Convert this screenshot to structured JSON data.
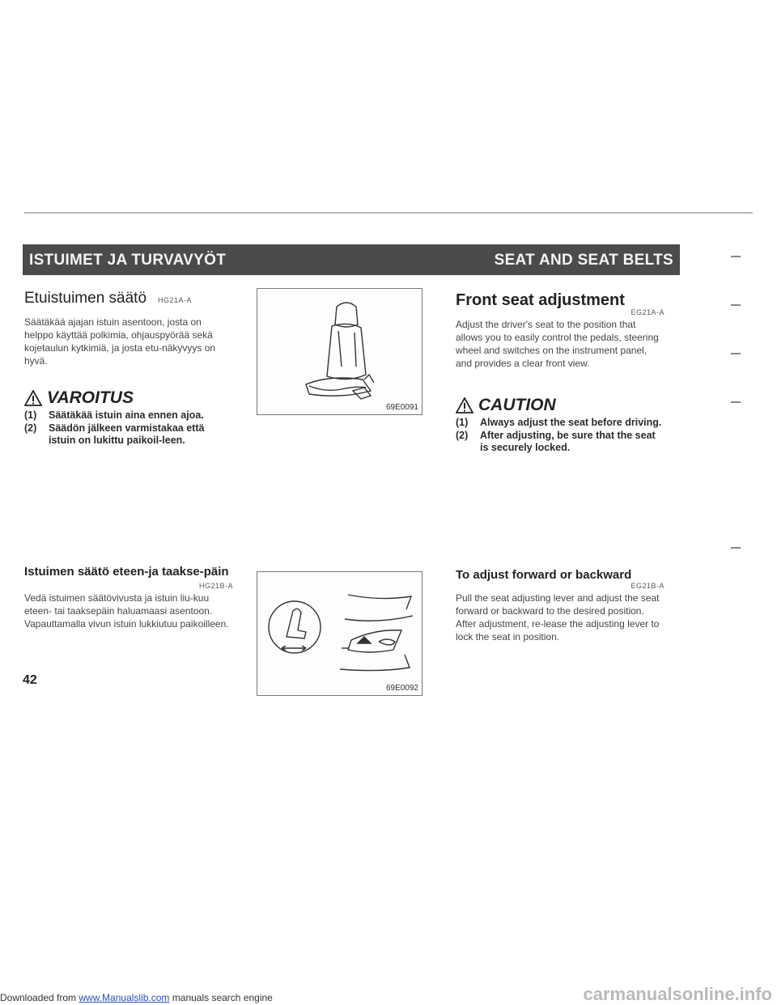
{
  "header": {
    "left_title": "ISTUIMET JA TURVAVYÖT",
    "right_title": "SEAT AND SEAT BELTS"
  },
  "fi": {
    "section1": {
      "title": "Etuistuimen säätö",
      "code": "HG21A-A",
      "body": "Säätäkää ajajan istuin asentoon, josta on helppo käyttää polkimia, ohjauspyörää sekä kojetaulun kytkimiä, ja josta etu-näkyvyys on hyvä.",
      "warning_title": "VAROITUS",
      "warning_items": [
        {
          "num": "(1)",
          "text": "Säätäkää istuin aina ennen ajoa."
        },
        {
          "num": "(2)",
          "text": "Säädön jälkeen varmistakaa että istuin on lukittu paikoil-leen."
        }
      ]
    },
    "section2": {
      "title": "Istuimen säätö eteen-ja taakse-päin",
      "code": "HG21B-A",
      "body": "Vedä istuimen säätövivusta ja istuin liu-kuu eteen- tai taaksepäin haluamaasi asentoon. Vapauttamalla vivun istuin lukkiutuu paikoilleen."
    }
  },
  "figures": {
    "fig1_label": "69E0091",
    "fig2_label": "69E0092"
  },
  "en": {
    "section1": {
      "title": "Front seat adjustment",
      "code": "EG21A-A",
      "body": "Adjust the driver's seat to the position that allows you to easily control the pedals, steering wheel and switches on the instrument panel, and provides a clear front view.",
      "caution_title": "CAUTION",
      "caution_items": [
        {
          "num": "(1)",
          "text": "Always adjust the seat before driving."
        },
        {
          "num": "(2)",
          "text": "After adjusting, be sure that the seat is securely locked."
        }
      ]
    },
    "section2": {
      "title": "To adjust forward or backward",
      "code": "EG21B-A",
      "body": "Pull the seat adjusting lever and adjust the seat forward or backward to the desired position. After adjustment, re-lease the adjusting lever to lock the seat in position."
    }
  },
  "page_number": "42",
  "footer": {
    "prefix": "Downloaded from ",
    "link": "www.Manualslib.com",
    "suffix": " manuals search engine",
    "watermark": "carmanualsonline.info"
  },
  "colors": {
    "banner_bg": "#4b4b4b",
    "link": "#2b4fb3"
  }
}
